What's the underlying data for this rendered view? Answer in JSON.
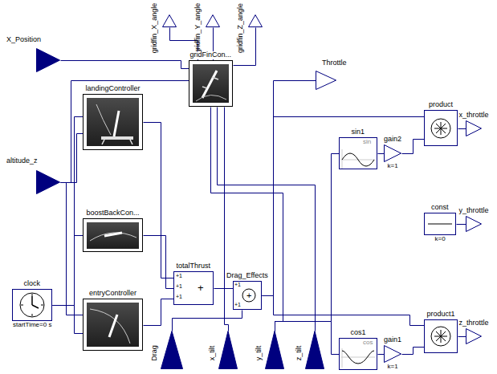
{
  "diagram": {
    "nodes": [
      {
        "text": [
          "gridfin_X_angle"
        ]
      },
      {
        "text": [
          "gridfin_Y_angle"
        ]
      },
      {
        "text": [
          "gridfin_Z_angle"
        ]
      },
      {
        "text": [
          "X_Position"
        ]
      },
      {
        "text": [
          "gridFinCon..."
        ]
      },
      {
        "text": [
          "Throttle"
        ]
      },
      {
        "text": [
          "landingController"
        ]
      },
      {
        "text": [
          "altitude_z"
        ]
      },
      {
        "text": [
          "sin1",
          "sin"
        ]
      },
      {
        "text": [
          "gain2",
          "k=1"
        ]
      },
      {
        "text": [
          "product"
        ]
      },
      {
        "text": [
          "x_throttle"
        ]
      },
      {
        "text": [
          "boostBackCon..."
        ]
      },
      {
        "text": [
          "clock",
          "startTime=0 s"
        ]
      },
      {
        "text": [
          "const",
          "k=0"
        ]
      },
      {
        "text": [
          "y_throttle"
        ]
      },
      {
        "text": [
          "totalThrust",
          "+1",
          "+1",
          "+1",
          "+"
        ]
      },
      {
        "text": [
          "Drag_Effects",
          "+1",
          "+1",
          "+"
        ]
      },
      {
        "text": [
          "entryController"
        ]
      },
      {
        "text": [
          "cos1",
          "cos"
        ]
      },
      {
        "text": [
          "gain1",
          "k=1"
        ]
      },
      {
        "text": [
          "product1"
        ]
      },
      {
        "text": [
          "z_throttle"
        ]
      },
      {
        "text": [
          "Drag"
        ]
      },
      {
        "text": [
          "x_tilt"
        ]
      },
      {
        "text": [
          "y_tilt"
        ]
      },
      {
        "text": [
          "z_tilt"
        ]
      }
    ],
    "edges": [
      {
        "from": 4,
        "to": 0,
        "arrow": "none"
      },
      {
        "from": 4,
        "to": 1,
        "arrow": "none"
      },
      {
        "from": 4,
        "to": 2,
        "arrow": "none"
      },
      {
        "from": 3,
        "to": 4,
        "arrow": "none"
      },
      {
        "from": 7,
        "to": 4,
        "arrow": "none"
      },
      {
        "from": 7,
        "to": 6,
        "arrow": "none"
      },
      {
        "from": 7,
        "to": 18,
        "arrow": "none"
      },
      {
        "from": 13,
        "to": 6,
        "arrow": "none"
      },
      {
        "from": 13,
        "to": 12,
        "arrow": "none"
      },
      {
        "from": 13,
        "to": 18,
        "arrow": "none"
      },
      {
        "from": 6,
        "to": 16,
        "arrow": "none"
      },
      {
        "from": 12,
        "to": 16,
        "arrow": "none"
      },
      {
        "from": 18,
        "to": 16,
        "arrow": "none"
      },
      {
        "from": 16,
        "to": 17,
        "arrow": "none"
      },
      {
        "from": 23,
        "to": 17,
        "arrow": "none"
      },
      {
        "from": 17,
        "to": 5,
        "arrow": "none"
      },
      {
        "from": 17,
        "to": 10,
        "arrow": "none"
      },
      {
        "from": 17,
        "to": 21,
        "arrow": "none"
      },
      {
        "from": 24,
        "to": 4,
        "arrow": "none"
      },
      {
        "from": 25,
        "to": 4,
        "arrow": "none"
      },
      {
        "from": 26,
        "to": 4,
        "arrow": "none"
      },
      {
        "from": 25,
        "to": 8,
        "arrow": "none"
      },
      {
        "from": 25,
        "to": 19,
        "arrow": "none"
      },
      {
        "from": 8,
        "to": 9,
        "arrow": "none"
      },
      {
        "from": 9,
        "to": 10,
        "arrow": "none"
      },
      {
        "from": 10,
        "to": 11,
        "arrow": "none"
      },
      {
        "from": 19,
        "to": 20,
        "arrow": "none"
      },
      {
        "from": 20,
        "to": 21,
        "arrow": "none"
      },
      {
        "from": 21,
        "to": 22,
        "arrow": "none"
      },
      {
        "from": 14,
        "to": 15,
        "arrow": "none"
      }
    ]
  }
}
